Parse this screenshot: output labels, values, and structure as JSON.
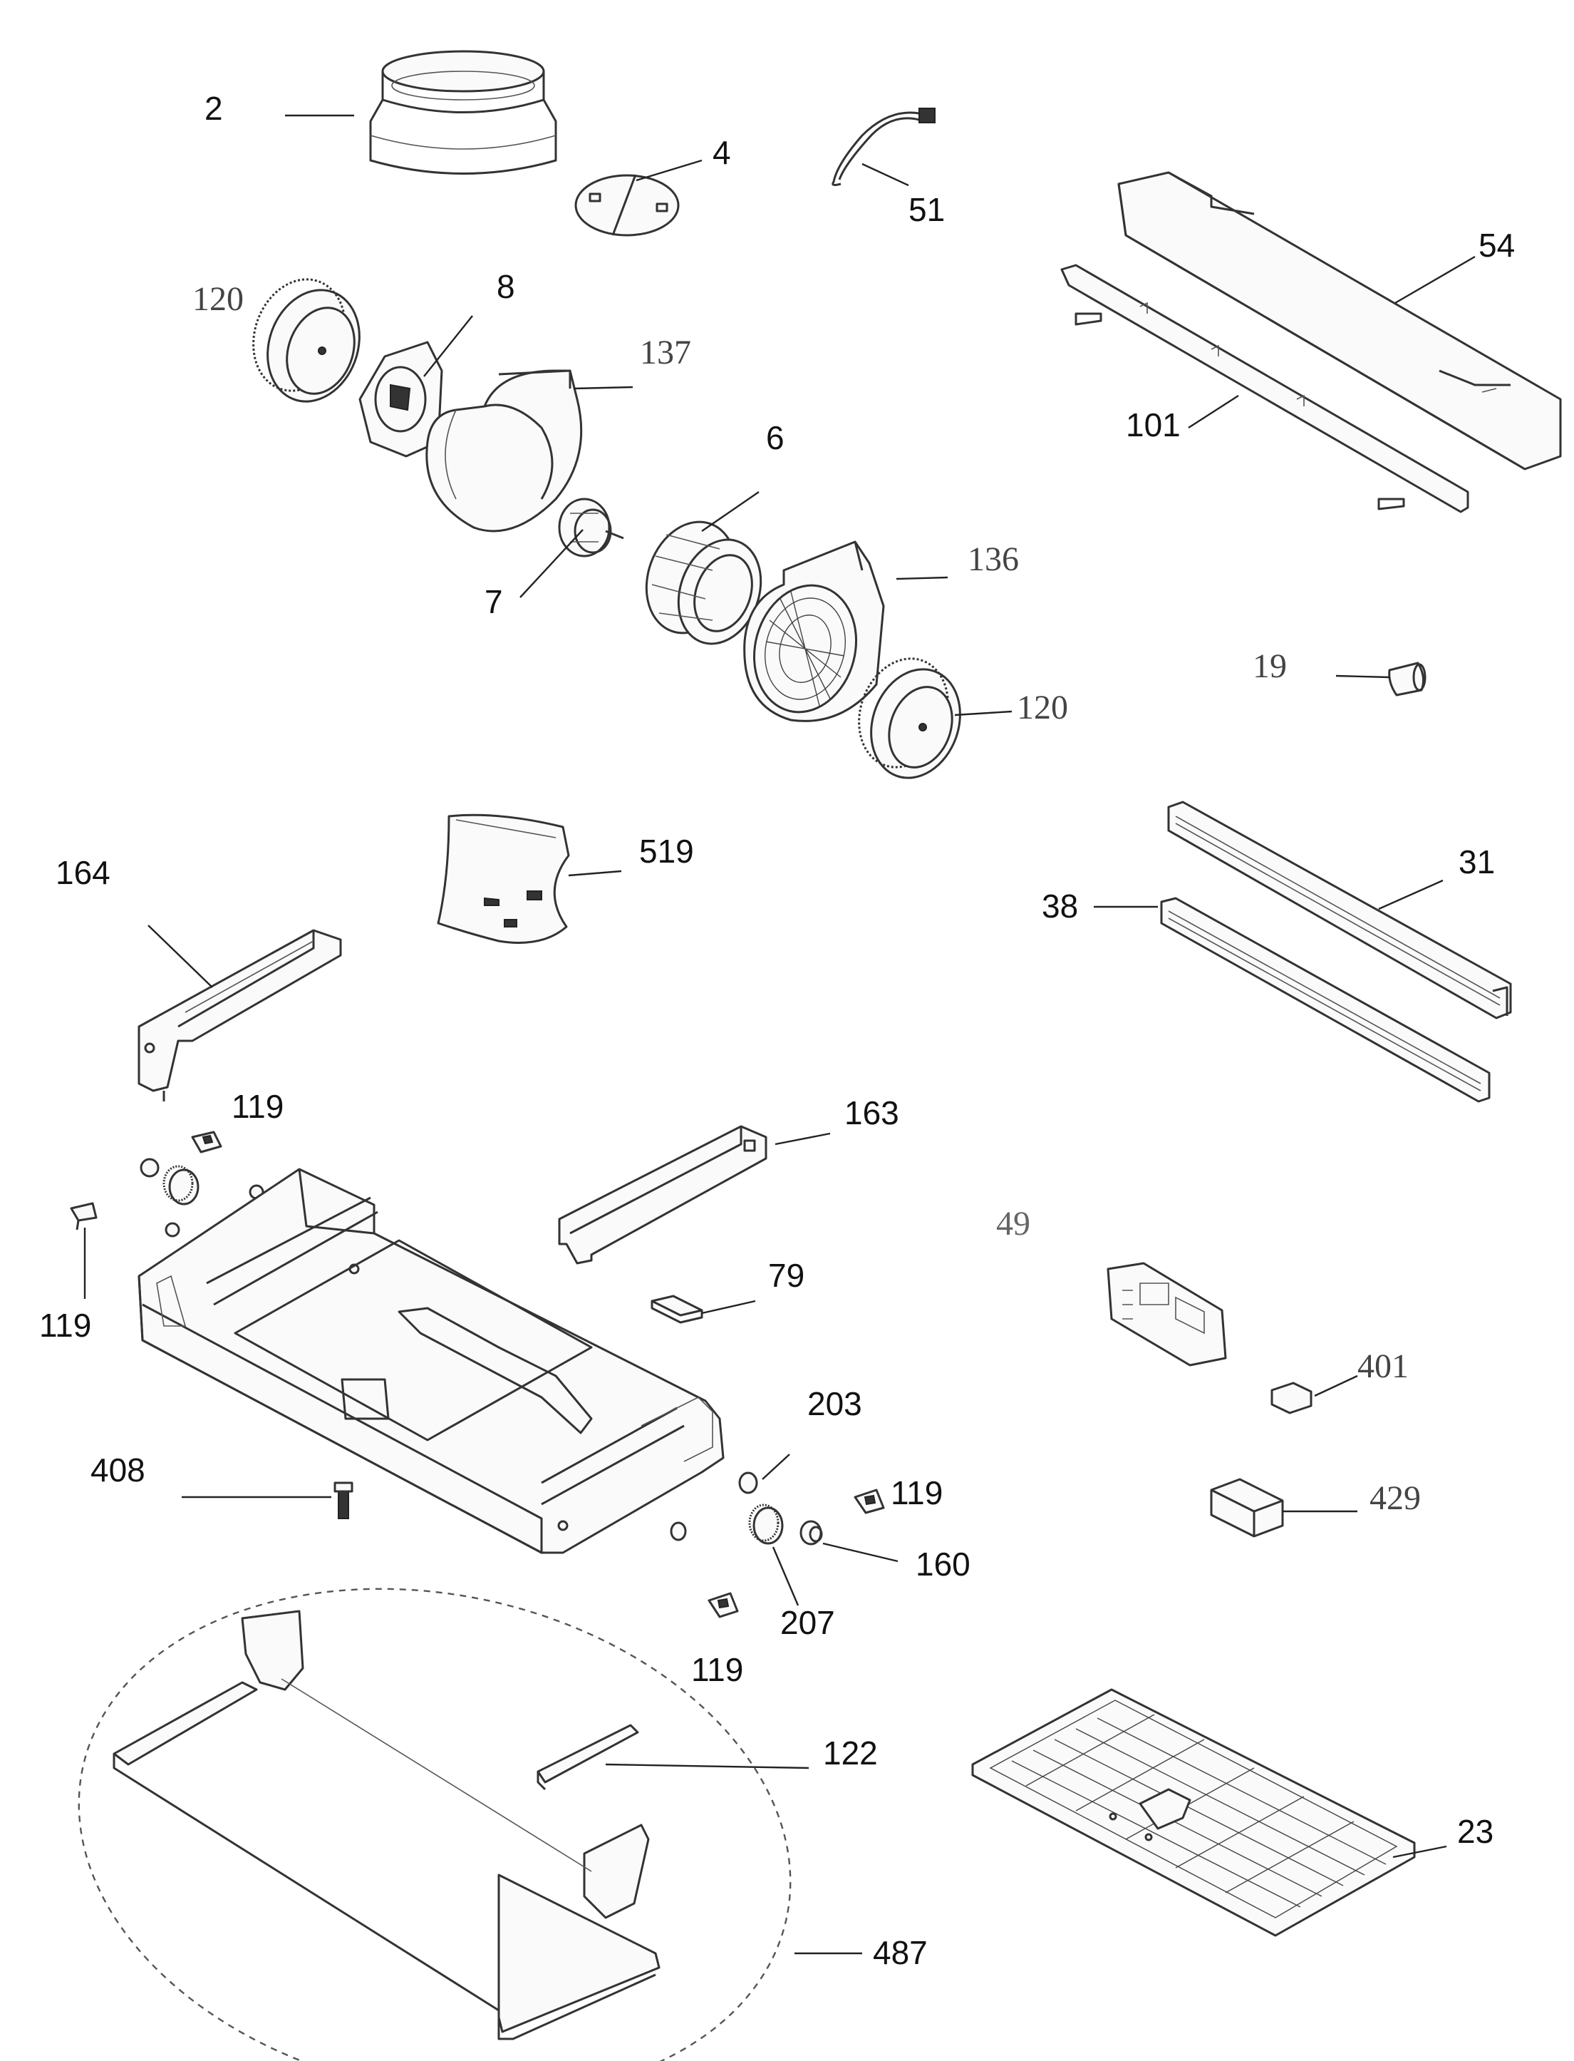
{
  "callouts": [
    {
      "id": "2",
      "text": "2"
    },
    {
      "id": "4",
      "text": "4"
    },
    {
      "id": "51",
      "text": "51"
    },
    {
      "id": "54",
      "text": "54"
    },
    {
      "id": "120a",
      "text": "120"
    },
    {
      "id": "8",
      "text": "8"
    },
    {
      "id": "137",
      "text": "137"
    },
    {
      "id": "101",
      "text": "101"
    },
    {
      "id": "6",
      "text": "6"
    },
    {
      "id": "136",
      "text": "136"
    },
    {
      "id": "7",
      "text": "7"
    },
    {
      "id": "19",
      "text": "19"
    },
    {
      "id": "120b",
      "text": "120"
    },
    {
      "id": "519",
      "text": "519"
    },
    {
      "id": "164",
      "text": "164"
    },
    {
      "id": "31",
      "text": "31"
    },
    {
      "id": "38",
      "text": "38"
    },
    {
      "id": "119a",
      "text": "119"
    },
    {
      "id": "163",
      "text": "163"
    },
    {
      "id": "119b",
      "text": "119"
    },
    {
      "id": "49",
      "text": "49"
    },
    {
      "id": "79",
      "text": "79"
    },
    {
      "id": "401",
      "text": "401"
    },
    {
      "id": "203",
      "text": "203"
    },
    {
      "id": "408",
      "text": "408"
    },
    {
      "id": "119c",
      "text": "119"
    },
    {
      "id": "429",
      "text": "429"
    },
    {
      "id": "160",
      "text": "160"
    },
    {
      "id": "207",
      "text": "207"
    },
    {
      "id": "119d",
      "text": "119"
    },
    {
      "id": "122",
      "text": "122"
    },
    {
      "id": "23",
      "text": "23"
    },
    {
      "id": "487",
      "text": "487"
    }
  ]
}
